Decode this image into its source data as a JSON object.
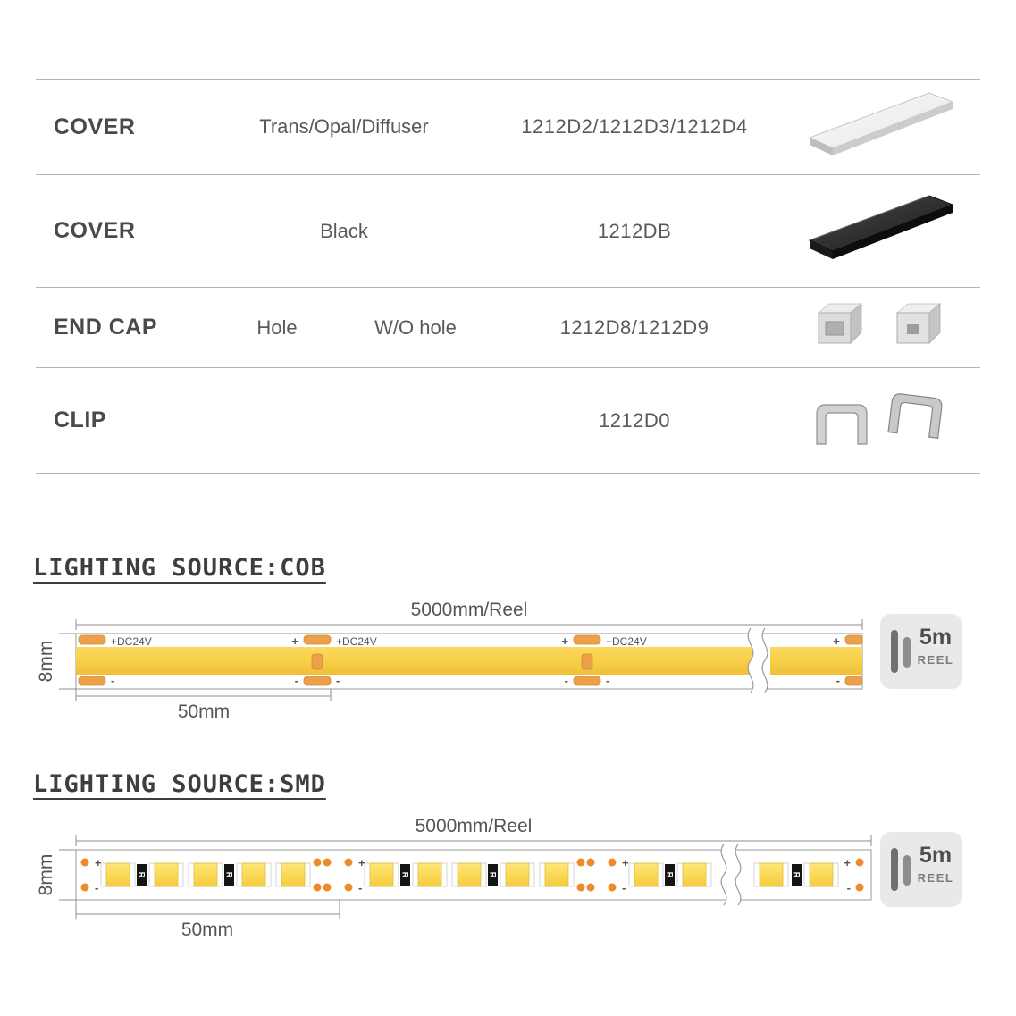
{
  "accessories_table": {
    "rows": [
      {
        "label": "COVER",
        "option1": "Trans/Opal/Diffuser",
        "code": "1212D2/1212D3/1212D4"
      },
      {
        "label": "COVER",
        "option1": "Black",
        "code": "1212DB"
      },
      {
        "label": "END CAP",
        "option1": "Hole",
        "option2": "W/O hole",
        "code": "1212D8/1212D9"
      },
      {
        "label": "CLIP",
        "code": "1212D0"
      }
    ]
  },
  "cob_section": {
    "title": "LIGHTING SOURCE:COB",
    "reel_length_label": "5000mm/Reel",
    "strip_height_label": "8mm",
    "cut_length_label": "50mm",
    "dc_label": "+DC24V",
    "plus_mark": "+",
    "minus_mark": "-",
    "reel_badge_size": "5m",
    "reel_badge_text": "REEL"
  },
  "smd_section": {
    "title": "LIGHTING SOURCE:SMD",
    "reel_length_label": "5000mm/Reel",
    "strip_height_label": "8mm",
    "cut_length_label": "50mm",
    "resistor_label": "R",
    "plus_mark": "+",
    "minus_mark": "-",
    "reel_badge_size": "5m",
    "reel_badge_text": "REEL"
  },
  "colors": {
    "text": "#4a4a4a",
    "table_line": "#b3b3b3",
    "cob_band_yellow": "#f8cf49",
    "copper_pad": "#eca04a",
    "led_yellow": "#ffe159",
    "via_dot_orange": "#ee8a2a",
    "reel_badge_bg": "#e9e9e9"
  }
}
